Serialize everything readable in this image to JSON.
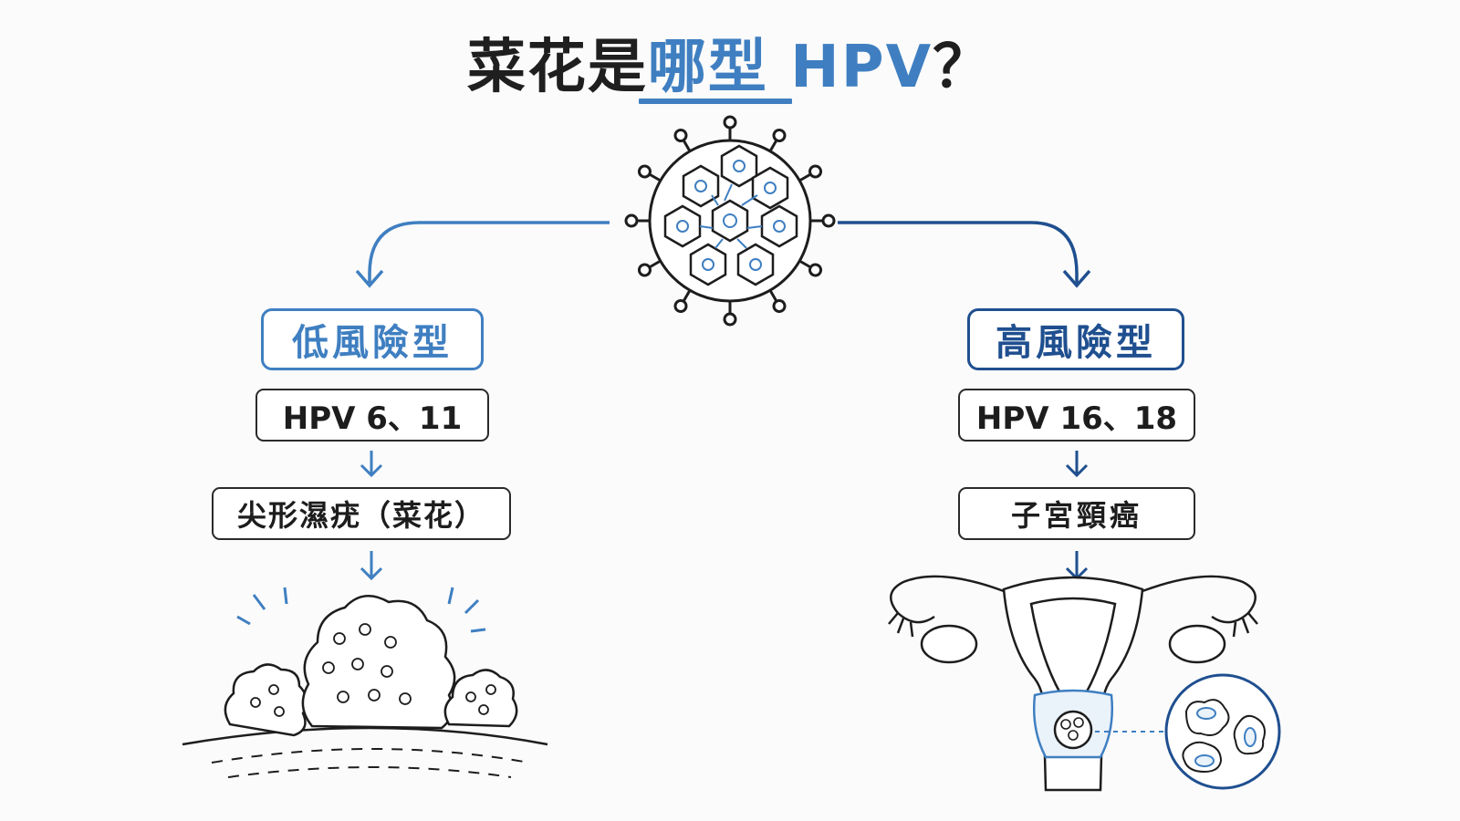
{
  "title": {
    "part1": "菜花是",
    "part2": "哪型 HPV",
    "part3": "？"
  },
  "left_branch": {
    "category": "低風險型",
    "types": "HPV 6、11",
    "disease": "尖形濕疣（菜花）"
  },
  "right_branch": {
    "category": "高風險型",
    "types": "HPV 16、18",
    "disease": "子宮頸癌"
  },
  "icons": {
    "center": "virus-icon",
    "left_bottom": "wart-growth-icon",
    "right_bottom": "uterus-icon",
    "magnifier": "abnormal-cells-icon"
  },
  "colors": {
    "low_risk": "#3f7fc1",
    "high_risk": "#1f4f8f",
    "line": "#2a2a2a"
  }
}
